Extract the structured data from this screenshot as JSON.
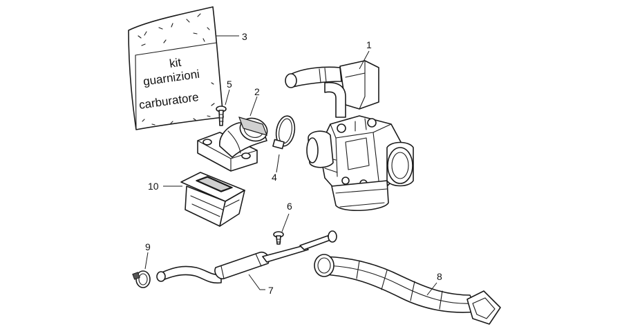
{
  "bag_label": {
    "line1": "kit",
    "line2": "guarnizioni",
    "line3": "carburatore"
  },
  "callouts": {
    "c1": "1",
    "c2": "2",
    "c3": "3",
    "c4": "4",
    "c5": "5",
    "c6": "6",
    "c7": "7",
    "c8": "8",
    "c9": "9",
    "c10": "10"
  }
}
